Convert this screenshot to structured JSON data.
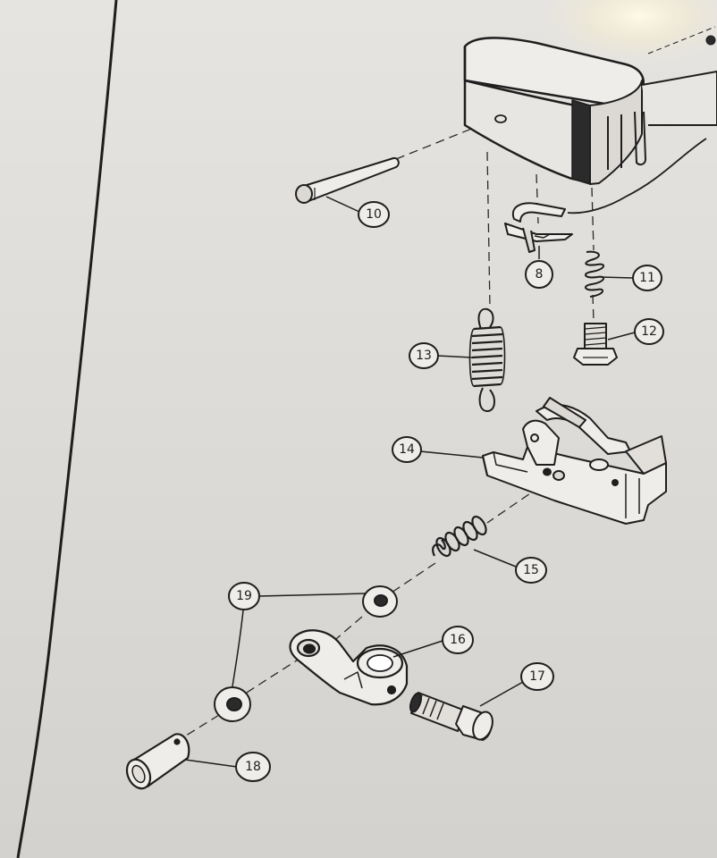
{
  "diagram": {
    "callouts": {
      "p8": "8",
      "p10": "10",
      "p11": "11",
      "p12": "12",
      "p13": "13",
      "p14": "14",
      "p15": "15",
      "p16": "16",
      "p17": "17",
      "p18": "18",
      "p19": "19"
    }
  },
  "colors": {
    "paper": "#e6e4e0",
    "ink": "#1e1e1e",
    "background": "#cfcbc4"
  }
}
